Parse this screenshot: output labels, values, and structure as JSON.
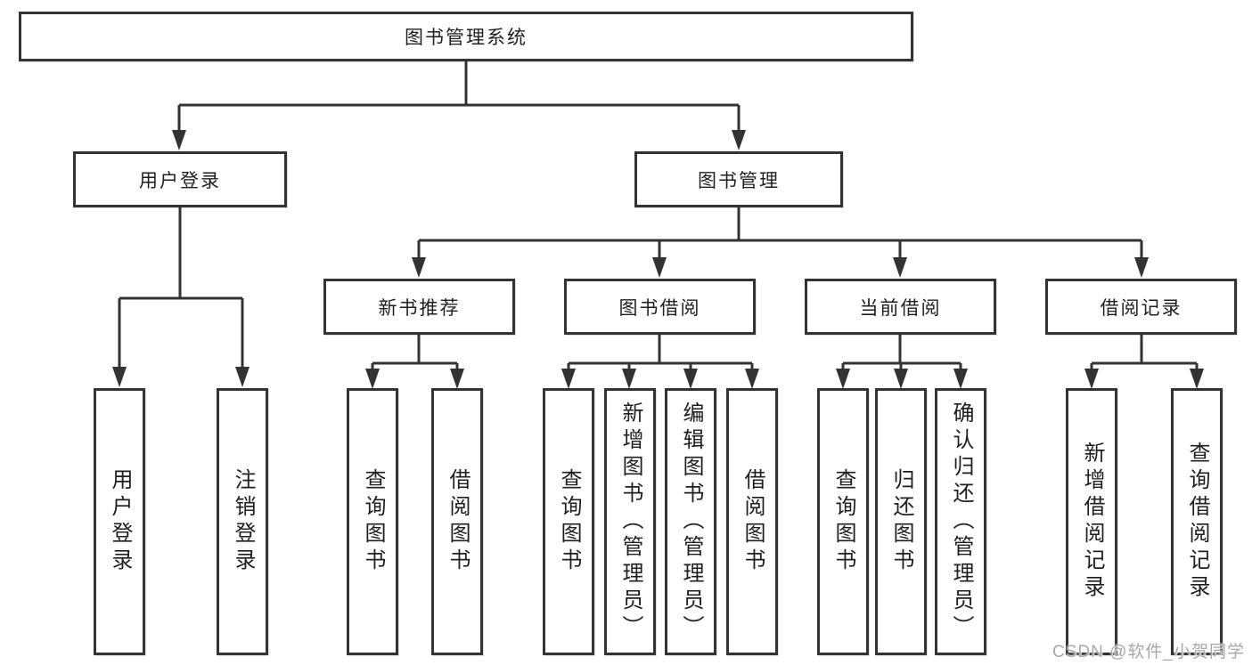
{
  "tree": {
    "root": {
      "label": "图书管理系统"
    },
    "branches": [
      {
        "label": "用户登录",
        "children": [
          {
            "label": "用户登录"
          },
          {
            "label": "注销登录"
          }
        ]
      },
      {
        "label": "图书管理",
        "children": [
          {
            "label": "新书推荐",
            "children": [
              {
                "label": "查询图书"
              },
              {
                "label": "借阅图书"
              }
            ]
          },
          {
            "label": "图书借阅",
            "children": [
              {
                "label": "查询图书"
              },
              {
                "label": "新增图书（管理员）"
              },
              {
                "label": "编辑图书（管理员）"
              },
              {
                "label": "借阅图书"
              }
            ]
          },
          {
            "label": "当前借阅",
            "children": [
              {
                "label": "查询图书"
              },
              {
                "label": "归还图书"
              },
              {
                "label": "确认归还（管理员）"
              }
            ]
          },
          {
            "label": "借阅记录",
            "children": [
              {
                "label": "新增借阅记录"
              },
              {
                "label": "查询借阅记录"
              }
            ]
          }
        ]
      }
    ]
  },
  "watermark": {
    "text": "CSDN @软件_小贺同学"
  },
  "colors": {
    "line": "#333333",
    "text": "#1f1f1f",
    "watermark": "#a8a8a8",
    "background": "#ffffff"
  }
}
